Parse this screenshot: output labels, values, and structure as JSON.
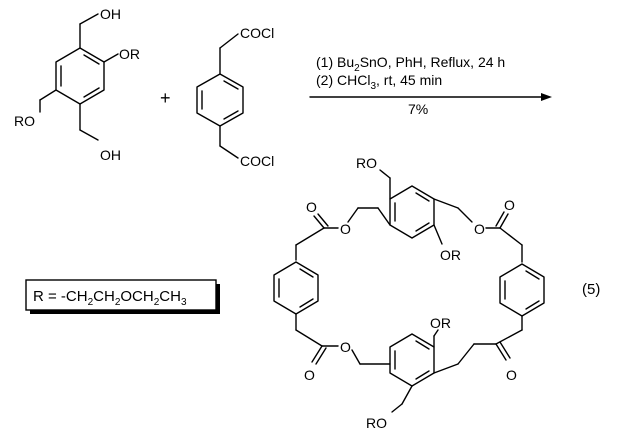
{
  "reactant1": {
    "top_group": "OH",
    "bottom_group": "OH",
    "right_sub": "OR",
    "left_sub": "RO"
  },
  "plus": "+",
  "reactant2": {
    "top_group": "COCl",
    "bottom_group": "COCl"
  },
  "conditions": {
    "line1": {
      "prefix": "(1) Bu",
      "sub": "2",
      "suffix": "SnO, PhH, Reflux, 24 h"
    },
    "line2": {
      "prefix": "(2) CHCl",
      "sub": "3",
      "suffix": ", rt, 45 min"
    },
    "yield": "7%"
  },
  "product": {
    "ro_top": "RO",
    "or_mid": "OR",
    "or_lower": "OR",
    "ro_bottom": "RO",
    "ester_o": "O",
    "carbonyl_o": "O"
  },
  "definition": {
    "r_eq": "R = -CH",
    "s1": "2",
    "p2": "CH",
    "s2": "2",
    "p3": "OCH",
    "s3": "2",
    "p4": "CH",
    "s4": "3"
  },
  "equation_number": "(5)"
}
